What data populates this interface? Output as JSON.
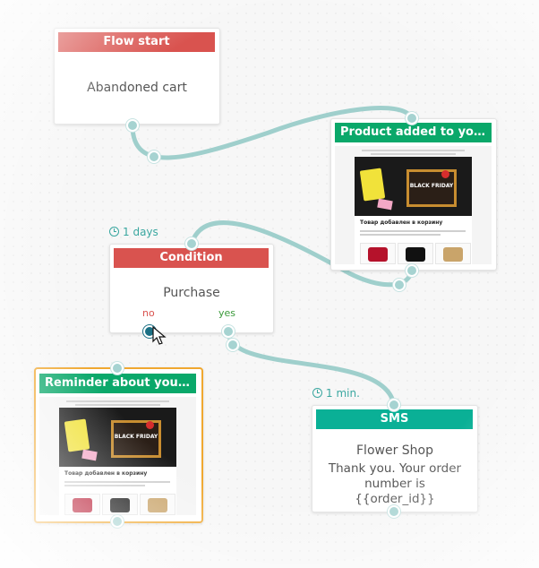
{
  "nodes": {
    "flow_start": {
      "header": "Flow start",
      "body": "Abandoned cart"
    },
    "product_added": {
      "header": "Product added to yo...",
      "preview": {
        "title": "Товар добавлен в корзину",
        "hero_text": "BLACK FRIDAY"
      }
    },
    "condition": {
      "header": "Condition",
      "body": "Purchase",
      "branch_no": "no",
      "branch_yes": "yes",
      "delay": "1 days"
    },
    "reminder": {
      "header": "Reminder about you...",
      "preview": {
        "title": "Товар добавлен в корзину",
        "hero_text": "BLACK FRIDAY"
      }
    },
    "sms": {
      "header": "SMS",
      "title": "Flower Shop",
      "message": "Thank you. Your order number is {{order_id}}",
      "delay": "1 min."
    }
  },
  "icons": {
    "delay": "clock-icon",
    "pointer": "cursor-pointer-icon"
  },
  "colors": {
    "header_red": "#d9534f",
    "header_green": "#0aa86a",
    "header_teal": "#0ab096",
    "link": "#9fcfcc",
    "port_active": "#1a6f84",
    "selected_border": "#f0a830"
  }
}
